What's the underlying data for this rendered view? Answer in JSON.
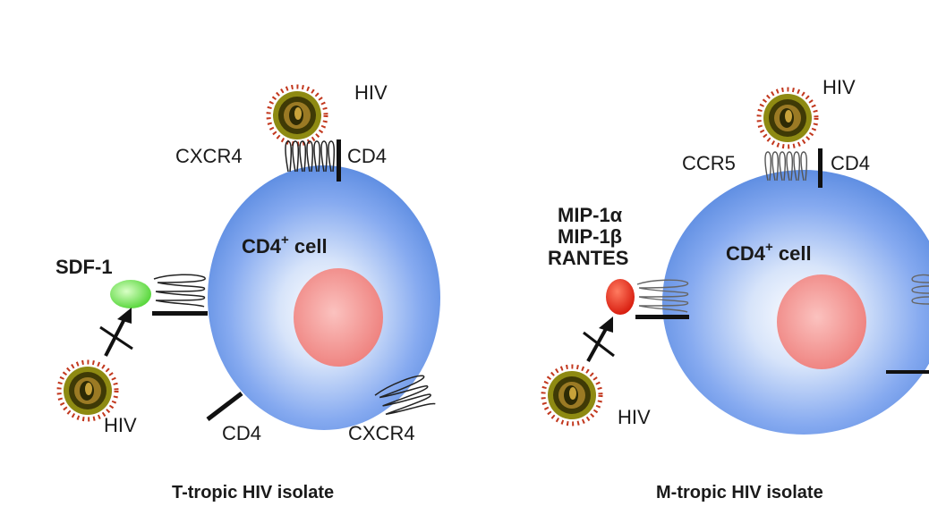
{
  "left_panel": {
    "hiv_top": "HIV",
    "cxcr4_top": "CXCR4",
    "cd4_top": "CD4",
    "cell_label": "CD4",
    "cell_label_sup": "+",
    "cell_label_rest": " cell",
    "ligand": "SDF-1",
    "hiv_bottom": "HIV",
    "cd4_bottom": "CD4",
    "cxcr4_bottom": "CXCR4",
    "caption": "T-tropic HIV isolate"
  },
  "right_panel": {
    "hiv_top": "HIV",
    "ccr5_top": "CCR5",
    "cd4_top": "CD4",
    "cell_label": "CD4",
    "cell_label_sup": "+",
    "cell_label_rest": " cell",
    "ligand_1": "MIP-1α",
    "ligand_2": "MIP-1β",
    "ligand_3": "RANTES",
    "hiv_bottom": "HIV",
    "caption": "M-tropic HIV isolate"
  },
  "colors": {
    "cell_blue": "#5f90e0",
    "nucleus": "#f08585",
    "sdf1": "#7ee85a",
    "chemokine_red": "#e8241a",
    "virus_spike": "#c2381e",
    "virus_shell": "#8e8a12"
  }
}
